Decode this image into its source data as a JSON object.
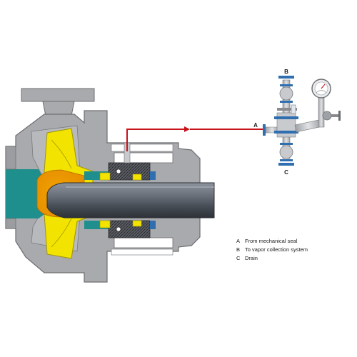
{
  "callouts": {
    "a": "A",
    "b": "B",
    "c": "C"
  },
  "legend": [
    {
      "key": "A",
      "text": "From mechanical seal"
    },
    {
      "key": "B",
      "text": "To vapor collection system"
    },
    {
      "key": "C",
      "text": "Drain"
    }
  ],
  "colors": {
    "casing": "#a9aaad",
    "casing_dark": "#8a8b8e",
    "impeller": "#f2e300",
    "impeller_orange": "#f0a300",
    "fluid": "#1e8f8c",
    "shaft": "#4e5560",
    "piping": "#c8cace",
    "valve_blue": "#2f6fb0",
    "flow_line": "#c8121b"
  },
  "icons": [
    "pressure-gauge-icon",
    "sight-glass-icon",
    "valve-handwheel-icon"
  ]
}
